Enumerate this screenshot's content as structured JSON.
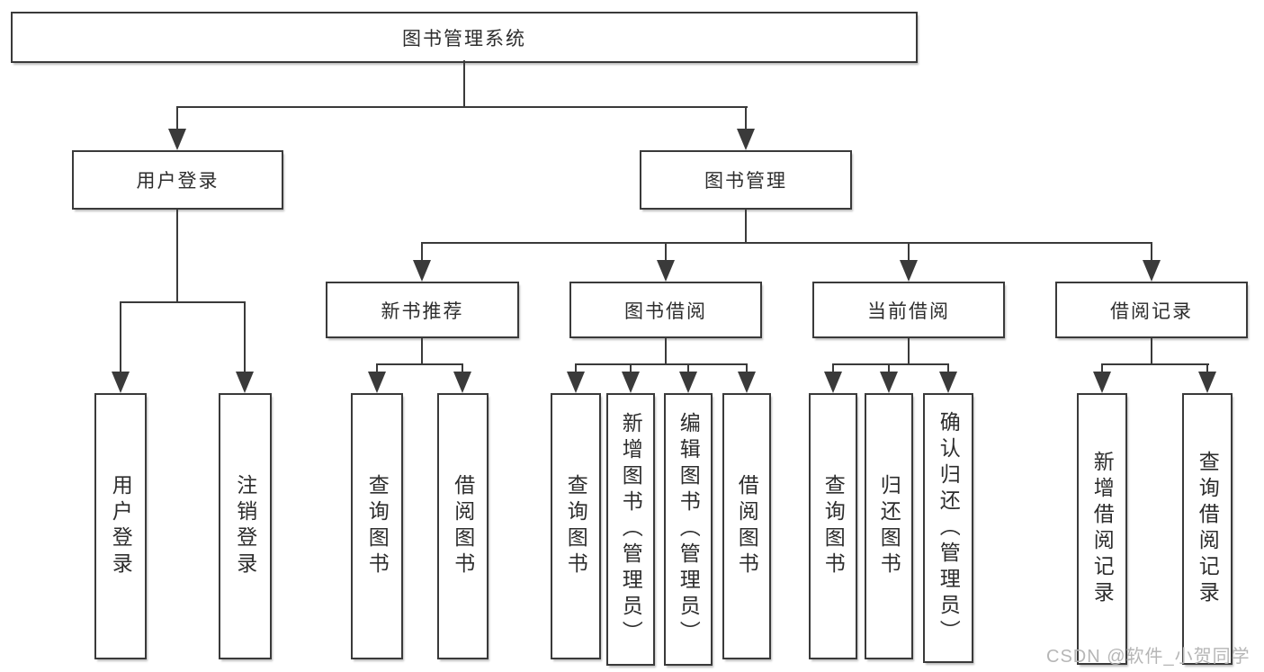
{
  "tree": {
    "root": "图书管理系统",
    "children": [
      {
        "label": "用户登录",
        "children": [
          "用户登录",
          "注销登录"
        ]
      },
      {
        "label": "图书管理",
        "children": [
          {
            "label": "新书推荐",
            "children": [
              "查询图书",
              "借阅图书"
            ]
          },
          {
            "label": "图书借阅",
            "children": [
              "查询图书",
              "新增图书（管理员）",
              "编辑图书（管理员）",
              "借阅图书"
            ]
          },
          {
            "label": "当前借阅",
            "children": [
              "查询图书",
              "归还图书",
              "确认归还（管理员）"
            ]
          },
          {
            "label": "借阅记录",
            "children": [
              "新增借阅记录",
              "查询借阅记录"
            ]
          }
        ]
      }
    ]
  },
  "watermark": {
    "text": "CSDN @软件_小贺同学"
  },
  "colors": {
    "line": "#3a3a3a",
    "text": "#2d2d2d",
    "box_background": "#ffffff",
    "watermark": "#b6b6b6",
    "page_background": "#ffffff"
  }
}
